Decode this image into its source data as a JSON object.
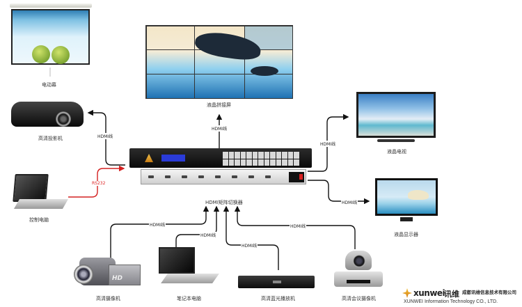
{
  "diagram": {
    "title": "HDMI矩阵切换器",
    "matrix_label": "HDMI矩阵切换器",
    "devices": {
      "projection_screen": {
        "label": "电动幕"
      },
      "projector": {
        "label": "高清投影机"
      },
      "video_wall": {
        "label": "液晶拼接屏"
      },
      "lcd_tv": {
        "label": "液晶电视"
      },
      "control_pc": {
        "label": "控制电脑"
      },
      "lcd_monitor": {
        "label": "液晶显示器"
      },
      "hd_camcorder": {
        "label": "高清摄像机",
        "badge": "HD"
      },
      "notebook": {
        "label": "笔记本电脑"
      },
      "bluray_player": {
        "label": "高清蓝光播放机"
      },
      "conference_camera": {
        "label": "高清会议摄像机"
      }
    },
    "cables": {
      "hdmi": "HDMI线",
      "rs232": "RS232"
    },
    "colors": {
      "hdmi_cable": "#222222",
      "rs232_cable": "#d42020",
      "lcd_blue": "#2a3bd8",
      "power_switch": "#d82020"
    }
  },
  "footer": {
    "logo_en": "xunwei",
    "logo_cn": "讯维",
    "company_cn": "成都讯维信息技术有限公司",
    "company_en": "XUNWEI Information Technology CO., LTD."
  }
}
